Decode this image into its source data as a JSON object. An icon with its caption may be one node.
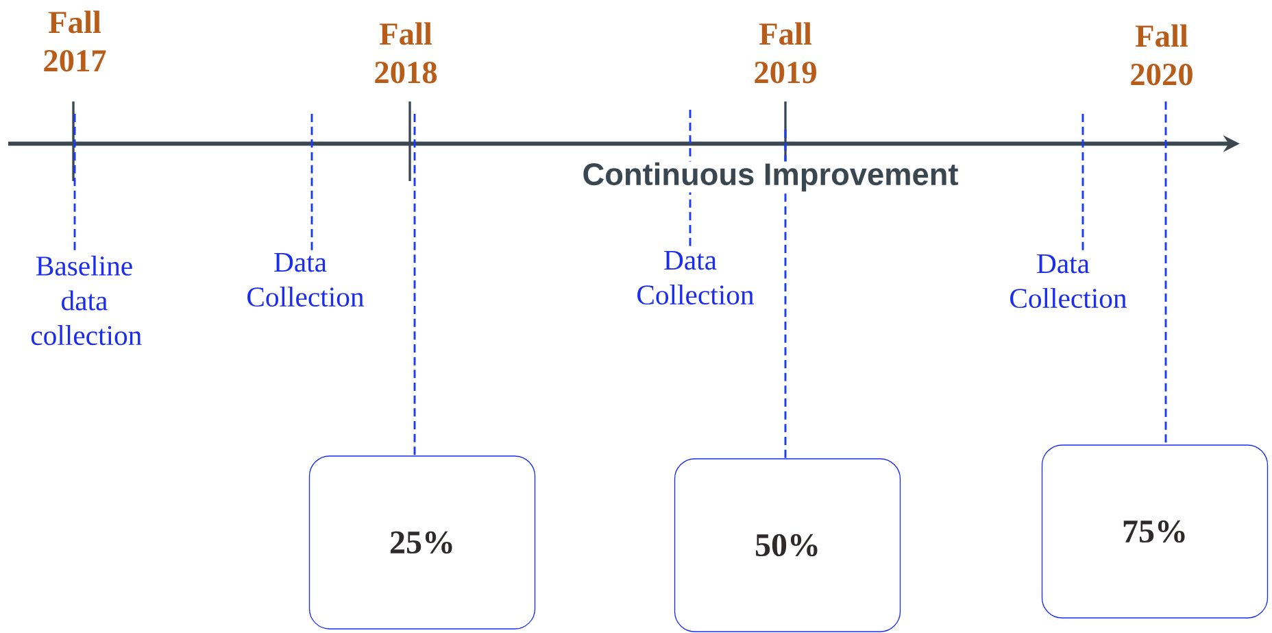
{
  "diagram": {
    "nodes": [
      {
        "text": [
          "Baseline data collection"
        ]
      },
      {
        "text": [
          "Data Collection"
        ]
      },
      {
        "text": [
          "Data Collection"
        ]
      },
      {
        "text": [
          "Data Collection"
        ]
      },
      {
        "text": [
          "25%"
        ]
      },
      {
        "text": [
          "50%"
        ]
      },
      {
        "text": [
          "75%"
        ]
      }
    ],
    "edges": [
      {
        "from": null,
        "to": 0,
        "arrow": "none",
        "style": "dashed",
        "color": "#1a3cf5"
      },
      {
        "from": null,
        "to": 1,
        "arrow": "none",
        "style": "dashed",
        "color": "#1a3cf5"
      },
      {
        "from": null,
        "to": 4,
        "arrow": "none",
        "style": "dashed",
        "color": "#1a3cf5"
      },
      {
        "from": null,
        "to": 2,
        "arrow": "none",
        "style": "dashed",
        "color": "#1a3cf5"
      },
      {
        "from": null,
        "to": 5,
        "arrow": "none",
        "style": "dashed",
        "color": "#1a3cf5"
      },
      {
        "from": null,
        "to": 3,
        "arrow": "none",
        "style": "dashed",
        "color": "#1a3cf5"
      },
      {
        "from": null,
        "to": 6,
        "arrow": "none",
        "style": "dashed",
        "color": "#1a3cf5"
      }
    ],
    "labels": [
      "Fall 2017",
      "Fall 2018",
      "Fall 2019",
      "Fall 2020",
      "Continuous Improvement"
    ]
  }
}
